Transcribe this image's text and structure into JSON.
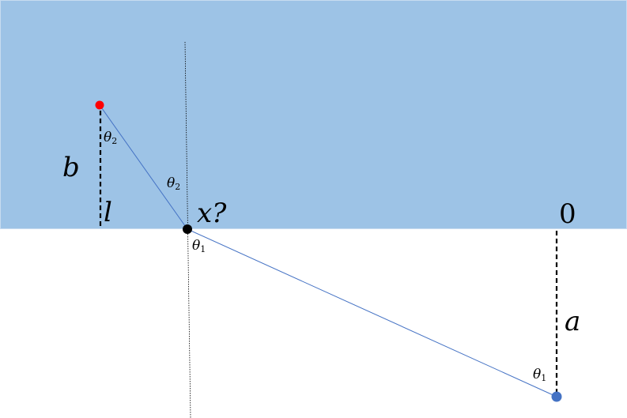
{
  "labels": {
    "b": "b",
    "l": "l",
    "x": "x?",
    "zero": "0",
    "a": "a",
    "theta_symbol": "θ",
    "sub1": "1",
    "sub2": "2"
  },
  "colors": {
    "water": "#9dc3e6",
    "ray": "#4472c4",
    "source_point": "#ff0000",
    "interface_point": "#000000",
    "observer_point": "#4472c4"
  }
}
